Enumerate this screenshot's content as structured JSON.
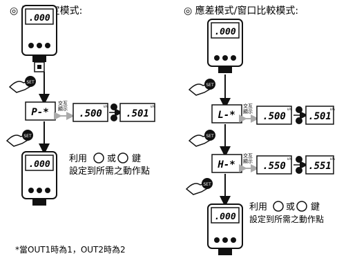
{
  "left": {
    "title": "◎ 單點設定模式:",
    "device_top_display": ".000",
    "device_bottom_display": ".000",
    "set_button_label": "SET",
    "swap_label_line1": "交互",
    "swap_label_line2": "顯示",
    "mode_display": "P-*",
    "value_display_1": ".500",
    "value_display_2": ".501",
    "unit_label": "kPa",
    "instruction_line1": "利用",
    "instruction_or": "或",
    "instruction_key": "鍵",
    "instruction_line2": "設定到所需之動作點",
    "footnote": "*當OUT1時為1，OUT2時為2"
  },
  "right": {
    "title": "◎ 應差模式/窗口比較模式:",
    "device_top_display": ".000",
    "device_bottom_display": ".000",
    "set_button_label": "SET",
    "swap_label_line1": "交互",
    "swap_label_line2": "顯示",
    "mode_display_low": "L-*",
    "value_low_1": ".500",
    "value_low_2": ".501",
    "mode_display_high": "H-*",
    "value_high_1": ".550",
    "value_high_2": ".551",
    "unit_label": "kPa",
    "instruction_line1": "利用",
    "instruction_or": "或",
    "instruction_key": "鍵",
    "instruction_line2": "設定到所需之動作點"
  }
}
